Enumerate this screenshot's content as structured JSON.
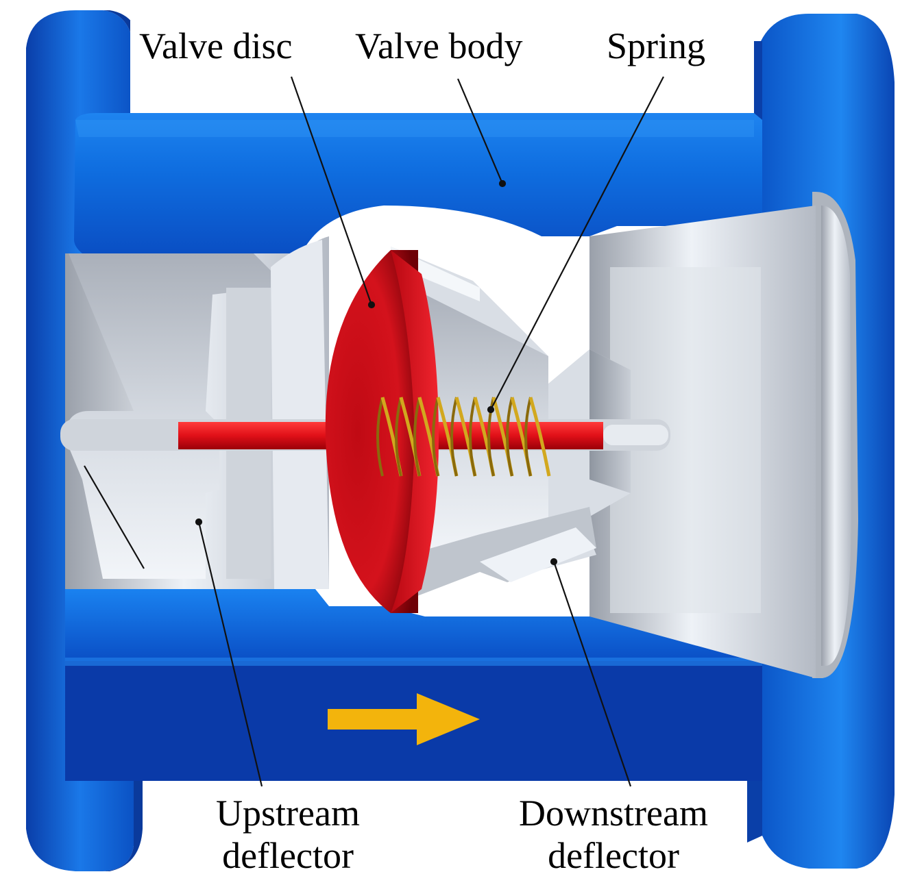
{
  "labels": {
    "valve_disc": "Valve disc",
    "valve_body": "Valve body",
    "spring": "Spring",
    "upstream_line1": "Upstream",
    "upstream_line2": "deflector",
    "downstream_line1": "Downstream",
    "downstream_line2": "deflector"
  },
  "colors": {
    "body_blue": "#0d63d6",
    "body_blue_dark": "#0b3fb0",
    "body_blue_light": "#1f86f0",
    "steel": "#b9bec6",
    "steel_light": "#e9eef4",
    "disc_red": "#d4121c",
    "spring_gold": "#d2a81e",
    "flow_arrow": "#f3b40c"
  },
  "icons": {
    "flow": "flow-direction-arrow-icon"
  }
}
